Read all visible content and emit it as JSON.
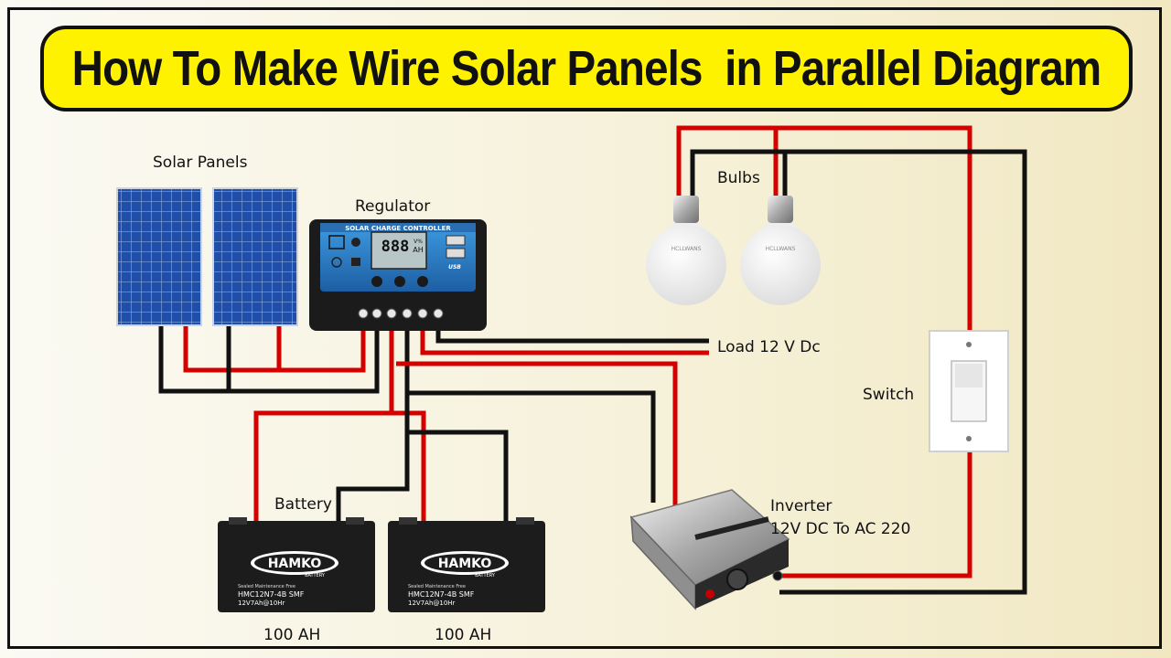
{
  "title": "How To Make Wire Solar Panels  in Parallel Diagram",
  "labels": {
    "solar_panels": "Solar Panels",
    "regulator": "Regulator",
    "bulbs": "Bulbs",
    "load": "Load 12 V Dc",
    "switch": "Switch",
    "battery": "Battery",
    "inverter_line1": "Inverter",
    "inverter_line2": "12V DC To AC 220",
    "battery1_capacity": "100 AH",
    "battery2_capacity": "100 AH"
  },
  "controller": {
    "header": "SOLAR CHARGE CONTROLLER",
    "display": "888",
    "unit_top": "V%",
    "unit_bottom": "AH",
    "usb": "USB"
  },
  "battery": {
    "brand": "HAMKO",
    "sub": "BATTERY",
    "line1": "Sealed Maintenance Free",
    "model": "HMC12N7-4B SMF",
    "rating": "12V7Ah@10Hr"
  },
  "bulb_brand": "HCLLWANS",
  "colors": {
    "positive_wire": "#d40000",
    "negative_wire": "#111111",
    "title_bg": "#fff200",
    "panel_blue": "#1f4fa8",
    "controller_blue": "#2c7fc7"
  },
  "icons": [
    "solar-panel-icon",
    "charge-controller-icon",
    "battery-icon",
    "bulb-icon",
    "switch-icon",
    "inverter-icon"
  ]
}
